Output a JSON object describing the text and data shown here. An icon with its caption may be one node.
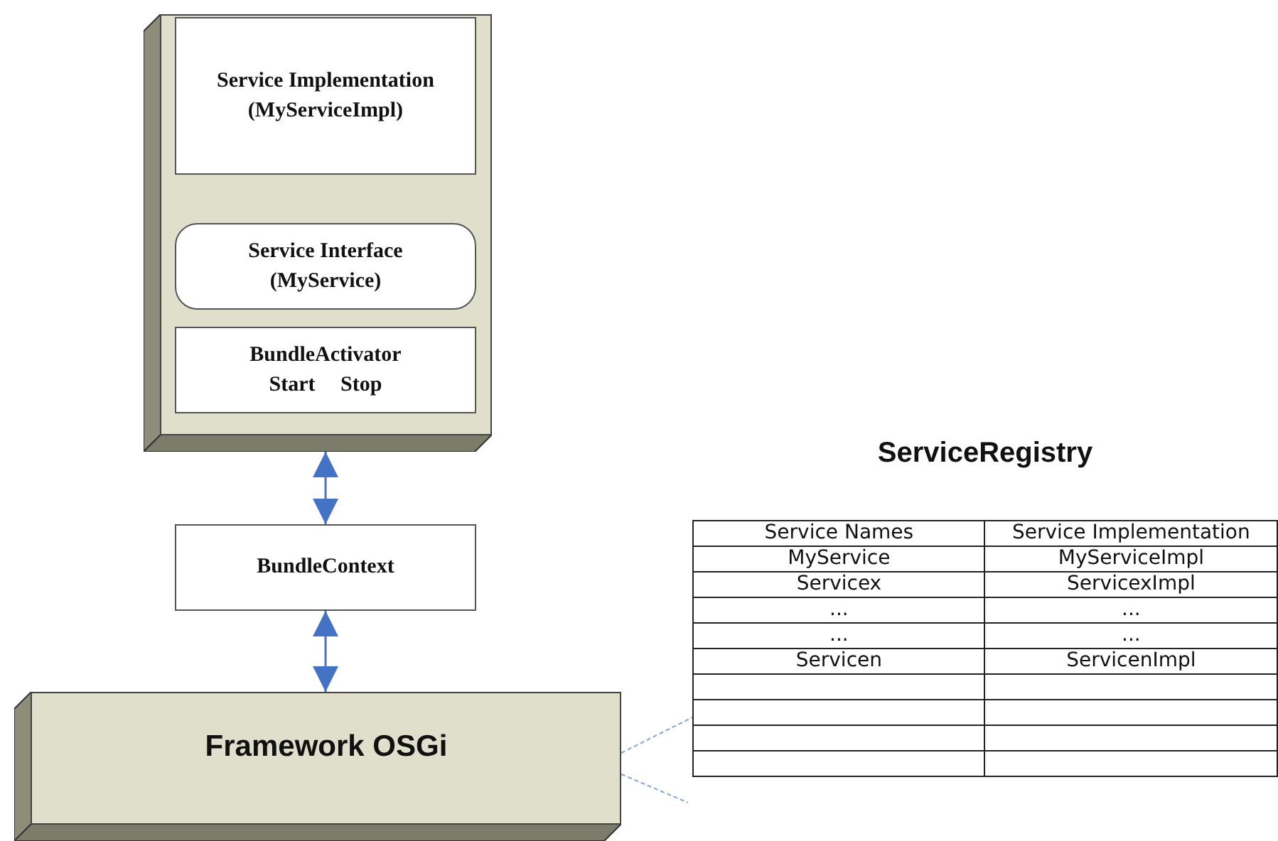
{
  "diagram": {
    "nodes": [
      {
        "text": [],
        "shape": "box"
      },
      {
        "text": [
          "Service Implementation (MyServiceImpl)"
        ],
        "in": 0
      },
      {
        "text": [
          "Service Interface (MyService)"
        ],
        "in": 0
      },
      {
        "text": [
          "BundleActivator",
          "Start Stop"
        ],
        "in": 0
      },
      {
        "text": [
          "BundleContext"
        ]
      },
      {
        "text": [
          "Framework OSGi"
        ]
      },
      {
        "text": [
          "ServiceRegistry"
        ]
      }
    ],
    "edges": [
      {
        "from": 0,
        "to": 4,
        "arrow": "both"
      },
      {
        "from": 4,
        "to": 5,
        "arrow": "both"
      },
      {
        "from": 5,
        "to": 6,
        "arrow": "none",
        "style": "dashed",
        "color": "#7fa6d9"
      },
      {
        "from": 5,
        "to": null,
        "arrow": "none",
        "style": "dashed",
        "color": "#7fa6d9"
      }
    ],
    "labels": [
      "Service Names",
      "Service Implementation",
      "MyService",
      "MyServiceImpl",
      "Servicex",
      "ServicexImpl",
      "...",
      "...",
      "...",
      "...",
      "Servicen",
      "ServicenImpl"
    ]
  }
}
